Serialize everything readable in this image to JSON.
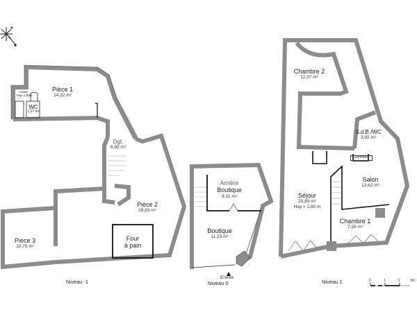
{
  "compass": {
    "icon": "north-arrow-star"
  },
  "levels": [
    {
      "label": "Niveau -1",
      "rooms": [
        {
          "name": "Pièce 1",
          "area": "14,32 m²"
        },
        {
          "name": "WC",
          "area": "1,07 m²"
        },
        {
          "name": "Limite",
          "area": "hsp=1,80m"
        },
        {
          "name": "Dgt.",
          "area": "6,90 m²"
        },
        {
          "name": "Pièce 2",
          "area": "28,83 m²"
        },
        {
          "name": "Pièce 3",
          "area": "10,75 m²"
        },
        {
          "name": "Four",
          "area": "à pain"
        }
      ]
    },
    {
      "label": "Niveau 0",
      "entrance": "Entrée",
      "rooms": [
        {
          "name": "Arrière",
          "name2": "Boutique",
          "area": "9,31 m²"
        },
        {
          "name": "Boutique",
          "area": "11,23 m²"
        }
      ]
    },
    {
      "label": "Niveau 1",
      "rooms": [
        {
          "name": "Chambre 2",
          "area": "12,07 m²"
        },
        {
          "name": "S.d.B./WC",
          "area": "3,92 m²"
        },
        {
          "name": "Cheminée",
          "area": ""
        },
        {
          "name": "Salon",
          "area": "12,62 m²"
        },
        {
          "name": "Séjour",
          "area": "20,89 m²",
          "extra": "Hsp = 2,80 m"
        },
        {
          "name": "Chambre 1",
          "area": "7,28 m²"
        }
      ]
    }
  ],
  "scale": {
    "ticks": [
      "0",
      "1",
      "2",
      "3m"
    ]
  },
  "colors": {
    "wall": "#8c8c8c",
    "wall_stroke": "#4a4a4a",
    "line": "#000000",
    "background": "#ffffff"
  }
}
